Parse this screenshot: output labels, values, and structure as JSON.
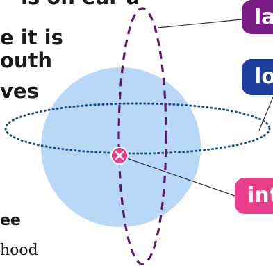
{
  "text_lines": [
    "e it is",
    "outh",
    "ves"
  ],
  "text_partial_top": "is on ear a",
  "text_bottom_bold": "ee",
  "text_bottom_body": "hood",
  "labels": [
    {
      "text": "la",
      "color": "#7a1d86"
    },
    {
      "text": "lo",
      "color": "#1f3f9e"
    },
    {
      "text": "int",
      "color": "#e83e8c"
    }
  ],
  "colors": {
    "globe": "#b9d8f7",
    "meridian_dashes": "#5c1a6f",
    "equator_dots": "#1b4e8f",
    "marker": "#e83e8c",
    "leader_line": "#333333"
  },
  "icons": {
    "marker": "x-marker-icon"
  }
}
